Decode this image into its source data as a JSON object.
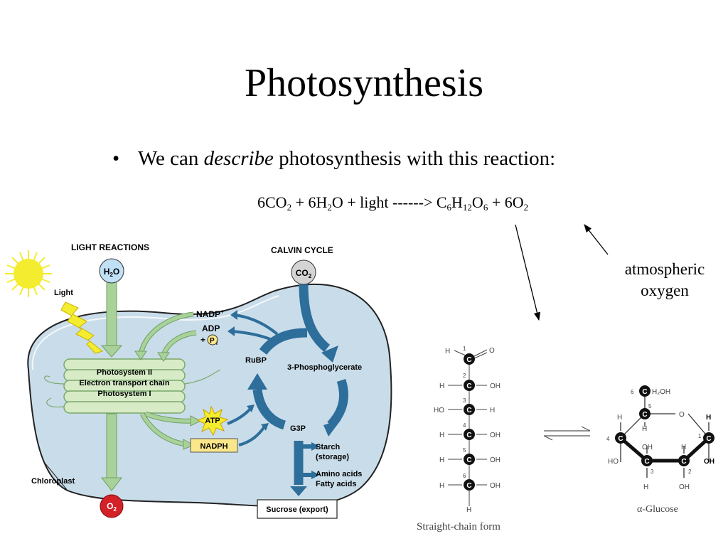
{
  "slide": {
    "title": "Photosynthesis",
    "bullet_symbol": "•",
    "bullet_prefix": "We can ",
    "bullet_emphasis": "describe",
    "bullet_suffix": " photosynthesis with this reaction:",
    "equation": {
      "co2": "6CO",
      "co2_sub": "2",
      "plus1": " + 6H",
      "h2o_sub": "2",
      "h2o_rest": "O + light ------> C",
      "c_sub": "6",
      "h": "H",
      "h_sub": "12",
      "o": "O",
      "o_sub": "6",
      "plus2": " + 6O",
      "o2_sub": "2"
    },
    "note_line1": "atmospheric",
    "note_line2": "oxygen"
  },
  "chloroplast_diagram": {
    "light_reactions": "LIGHT REACTIONS",
    "calvin_cycle": "CALVIN CYCLE",
    "light": "Light",
    "h2o_main": "H",
    "h2o_sub": "2",
    "h2o_rest": "O",
    "co2_main": "CO",
    "co2_sub": "2",
    "o2_main": "O",
    "o2_sub": "2",
    "nadp": "NADP",
    "nadp_sup": "+",
    "adp": "ADP",
    "pi_plus": "+",
    "pi_p": "P",
    "pi_sub": "i",
    "photosystem2": "Photosystem II",
    "etc": "Electron transport chain",
    "photosystem1": "Photosystem I",
    "atp": "ATP",
    "nadph": "NADPH",
    "rubp": "RuBP",
    "pga": "3-Phosphoglycerate",
    "g3p": "G3P",
    "starch": "Starch",
    "storage": "(storage)",
    "amino": "Amino acids",
    "fatty": "Fatty acids",
    "sucrose": "Sucrose (export)",
    "chloroplast": "Chloroplast"
  },
  "glucose_figure": {
    "straight_caption": "Straight-chain form",
    "alpha_caption": "α-Glucose",
    "atom_c": "C",
    "atom_h": "H",
    "atom_o": "O",
    "oh": "OH",
    "ho": "HO",
    "ch2oh": "H₂OH",
    "num1": "1",
    "num2": "2",
    "num3": "3",
    "num4": "4",
    "num5": "5",
    "num6": "6"
  },
  "colors": {
    "stroma": "#c9dce9",
    "blue_arrow": "#2d6e9b",
    "green_arrow": "#a9d29a",
    "sun": "#f4ec2e",
    "oxygen": "#d42027",
    "nadph_box": "#fbe78a"
  }
}
